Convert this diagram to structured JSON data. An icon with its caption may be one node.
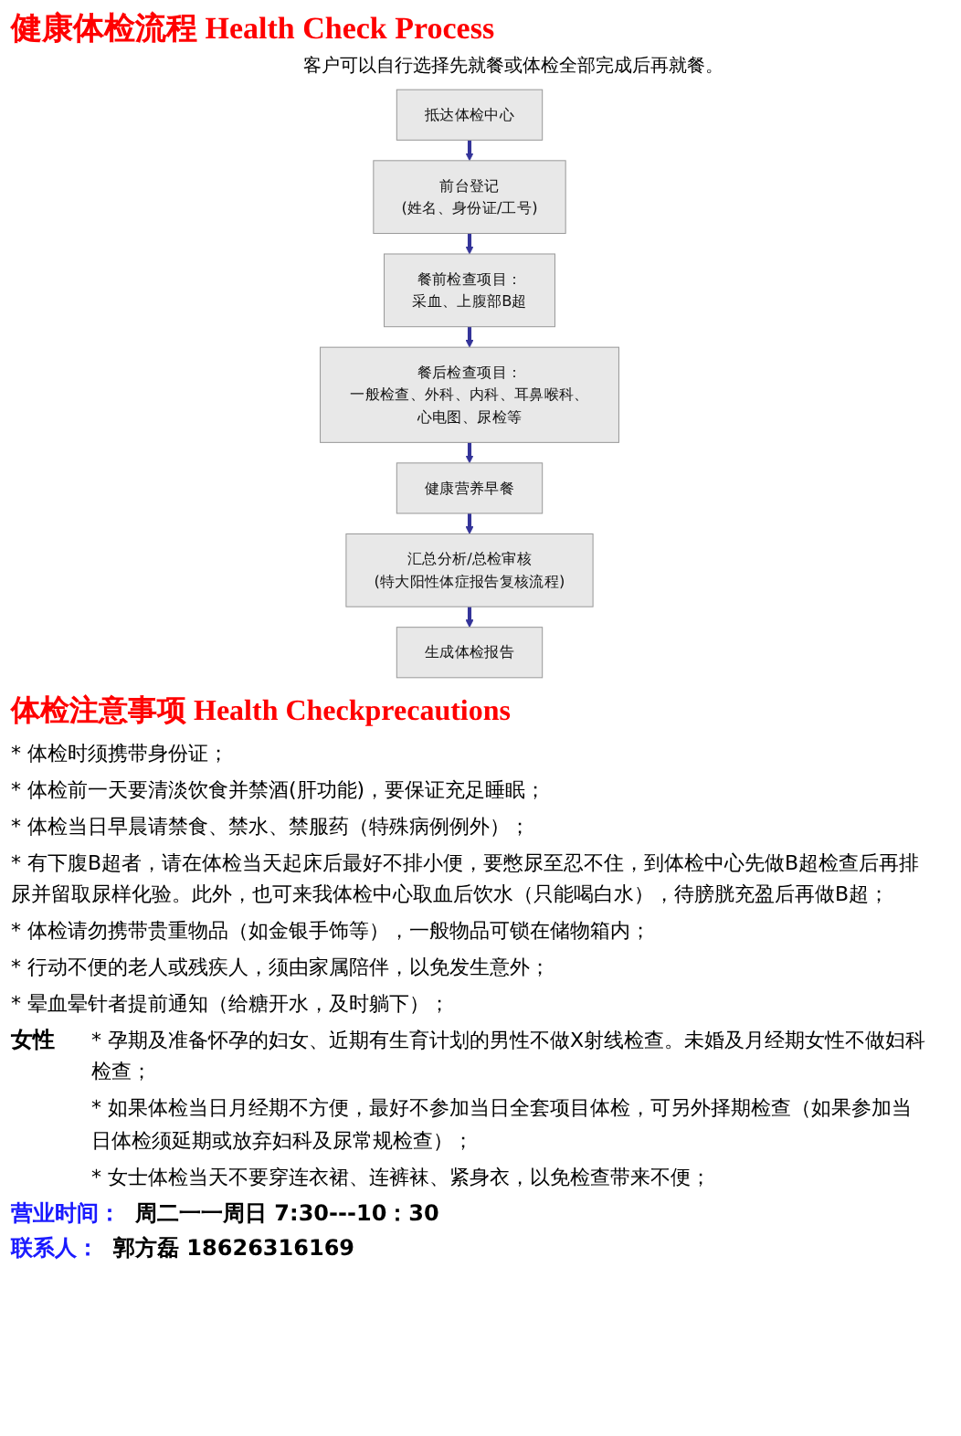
{
  "diagram": {
    "title": "健康体检流程 Health Check Process",
    "nodes": [
      {
        "text": [
          "抵达体检中心"
        ]
      },
      {
        "text": [
          "前台登记",
          "(姓名、身份证/工号)"
        ]
      },
      {
        "text": [
          "餐前检查项目：",
          "采血、上腹部B超"
        ]
      },
      {
        "text": [
          "餐后检查项目：",
          "一般检查、外科、内科、耳鼻喉科、心电图、尿检等"
        ]
      },
      {
        "text": [
          "健康营养早餐"
        ]
      },
      {
        "text": [
          "汇总分析/总检审核",
          "(特大阳性体症报告复核流程)"
        ]
      },
      {
        "text": [
          "生成体检报告"
        ]
      }
    ],
    "edges": [
      {
        "from": 0,
        "to": 1,
        "arrow": "to"
      },
      {
        "from": 1,
        "to": 2,
        "arrow": "to"
      },
      {
        "from": 2,
        "to": 3,
        "arrow": "to"
      },
      {
        "from": 3,
        "to": 4,
        "arrow": "to"
      },
      {
        "from": 4,
        "to": 5,
        "arrow": "to"
      },
      {
        "from": 5,
        "to": 6,
        "arrow": "to"
      }
    ],
    "labels": [
      "客户可以自行选择先就餐或体检全部完成后再就餐。",
      "体检注意事项 Health Checkprecautions",
      "* 体检时须携带身份证；",
      "* 体检前一天要清淡饮食并禁酒(肝功能)，要保证充足睡眠；",
      "* 体检当日早晨请禁食、禁水、禁服药（特殊病例例外）；",
      "* 有下腹B超者，请在体检当天起床后最好不排小便，要憋尿至忍不住，到体检中心先做B超检查后再排尿并留取尿样化验。此外，也可来我体检中心取血后饮水（只能喝白水），待膀胱充盈后再做B超；",
      "* 体检请勿携带贵重物品（如金银手饰等），一般物品可锁在储物箱内；",
      "* 行动不便的老人或残疾人，须由家属陪伴，以免发生意外；",
      "* 晕血晕针者提前通知（给糖开水，及时躺下）；",
      "女性",
      "* 孕期及准备怀孕的妇女、近期有生育计划的男性不做X射线检查。未婚及月经期女性不做妇科检查；",
      "* 如果体检当日月经期不方便，最好不参加当日全套项目体检，可另外择期检查（如果参加当日体检须延期或放弃妇科及尿常规检查）；",
      "* 女士体检当天不要穿连衣裙、连裤袜、紧身衣，以免检查带来不便；",
      "营业时间：",
      "周二一一周日 7:30---10：30",
      "联系人：",
      "郭方磊 18626316169"
    ]
  }
}
